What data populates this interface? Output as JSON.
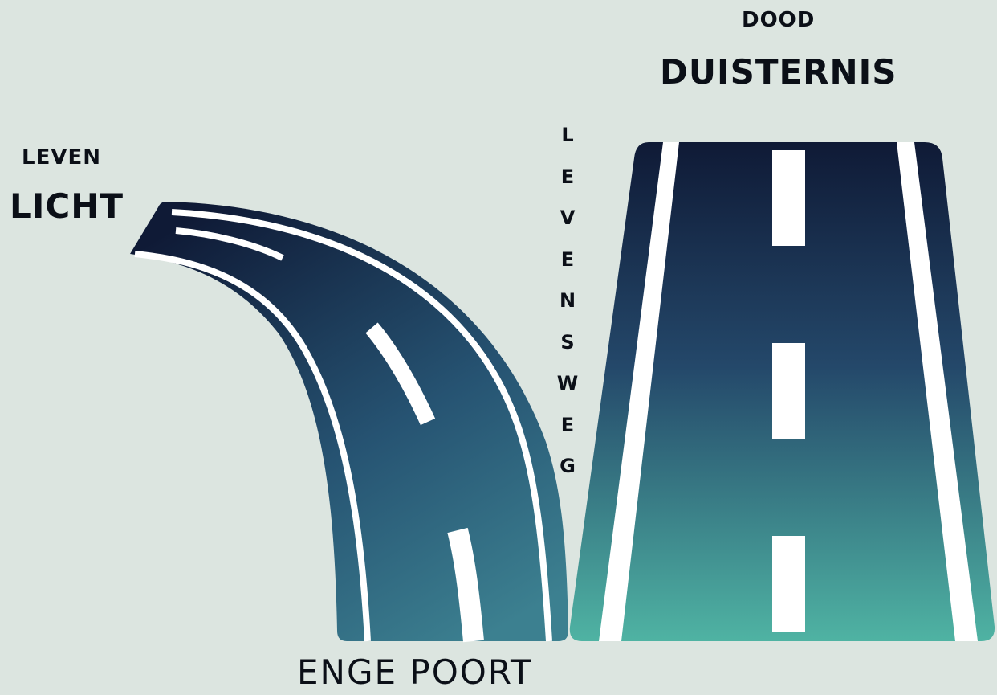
{
  "labels": {
    "top_right_small": "DOOD",
    "top_right_large": "DUISTERNIS",
    "left_small": "LEVEN",
    "left_large": "LICHT",
    "bottom": "ENGE POORT",
    "vertical": "LEVENSWEG"
  },
  "colors": {
    "background": "#dce5e0",
    "road_top": "#101a35",
    "road_bottom": "#4fb3a3",
    "curved_road_bottom": "#3c7d8f",
    "markings": "#ffffff",
    "text": "#0b0f17"
  }
}
